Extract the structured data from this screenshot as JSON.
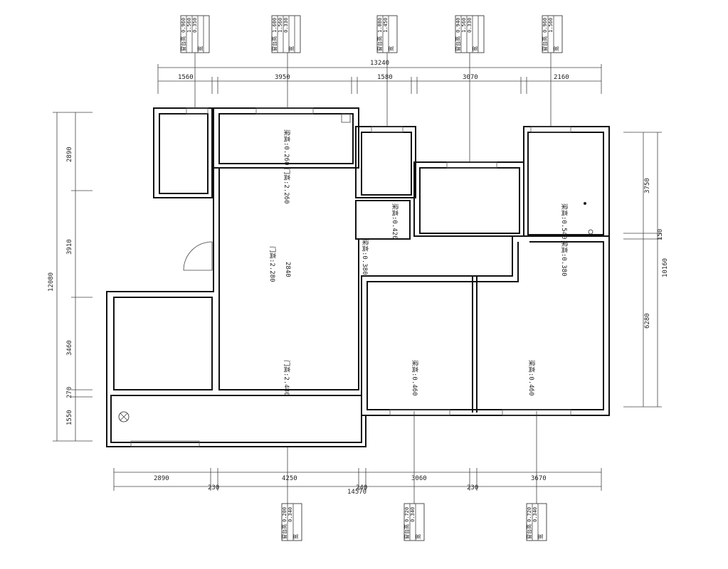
{
  "top_dims": {
    "total": "13240",
    "segments": [
      "1560",
      "3950",
      "1580",
      "3070",
      "2160"
    ]
  },
  "bottom_dims": {
    "segments": [
      "2890",
      "4250",
      "3060",
      "3670"
    ],
    "wall_gaps": [
      "230",
      "240",
      "230"
    ],
    "total": "14570"
  },
  "left_dims": {
    "segments": [
      "2890",
      "3910",
      "3460",
      "270",
      "1550"
    ],
    "total": "12080"
  },
  "right_dims": {
    "segments": [
      "3750",
      "150",
      "6280"
    ],
    "total": "10160"
  },
  "top_tags": [
    {
      "lines": [
        "窗台高",
        "0.960",
        "1.560",
        "0.350",
        "宽"
      ]
    },
    {
      "lines": [
        "窗台高",
        "1.600",
        "1.560",
        "0.330",
        "宽"
      ]
    },
    {
      "lines": [
        "窗台高",
        "1.080",
        "1.450",
        "宽"
      ]
    },
    {
      "lines": [
        "窗台高",
        "0.940",
        "1.560",
        "0.330",
        "宽"
      ]
    },
    {
      "lines": [
        "窗台高",
        "0.960",
        "1.560",
        "宽"
      ]
    }
  ],
  "bottom_tags": [
    {
      "lines": [
        "窗台高",
        "0.200",
        "0.340",
        "宽"
      ]
    },
    {
      "lines": [
        "窗台高",
        "0.720",
        "0.340",
        "宽"
      ]
    },
    {
      "lines": [
        "窗台高",
        "0.720",
        "0.340",
        "宽"
      ]
    }
  ],
  "room_labels": [
    "梁高:0.260",
    "门高:2.260",
    "梁高:0.420",
    "梁高:0.380",
    "2840",
    "门高:2.280",
    "梁高:0.540",
    "梁高:0.380",
    "门高:2.480",
    "梁高:0.460",
    "梁高:0.460"
  ]
}
